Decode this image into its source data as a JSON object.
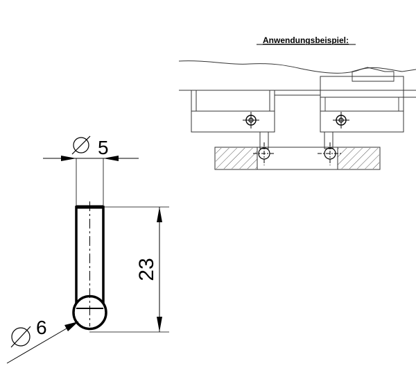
{
  "drawing": {
    "title": "Anwendungsbeispiel:",
    "dim_shaft_diameter": "5",
    "dim_ball_diameter": "6",
    "dim_length": "23"
  },
  "colors": {
    "line": "#000000",
    "thin": "#333333",
    "hatch": "#555555"
  }
}
